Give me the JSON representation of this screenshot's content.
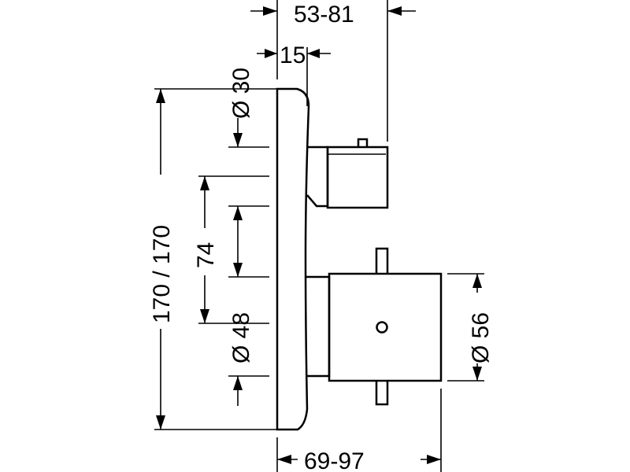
{
  "dimensions": {
    "depth_total": "53-81",
    "plate_offset": "15",
    "top_knob_diameter": "Ø 30",
    "plate_height": "170 / 170",
    "spacing": "74",
    "spindle_diameter": "Ø 48",
    "handle_diameter": "Ø 56",
    "installation_depth": "69-97"
  },
  "colors": {
    "line": "#000000",
    "background": "#ffffff"
  }
}
